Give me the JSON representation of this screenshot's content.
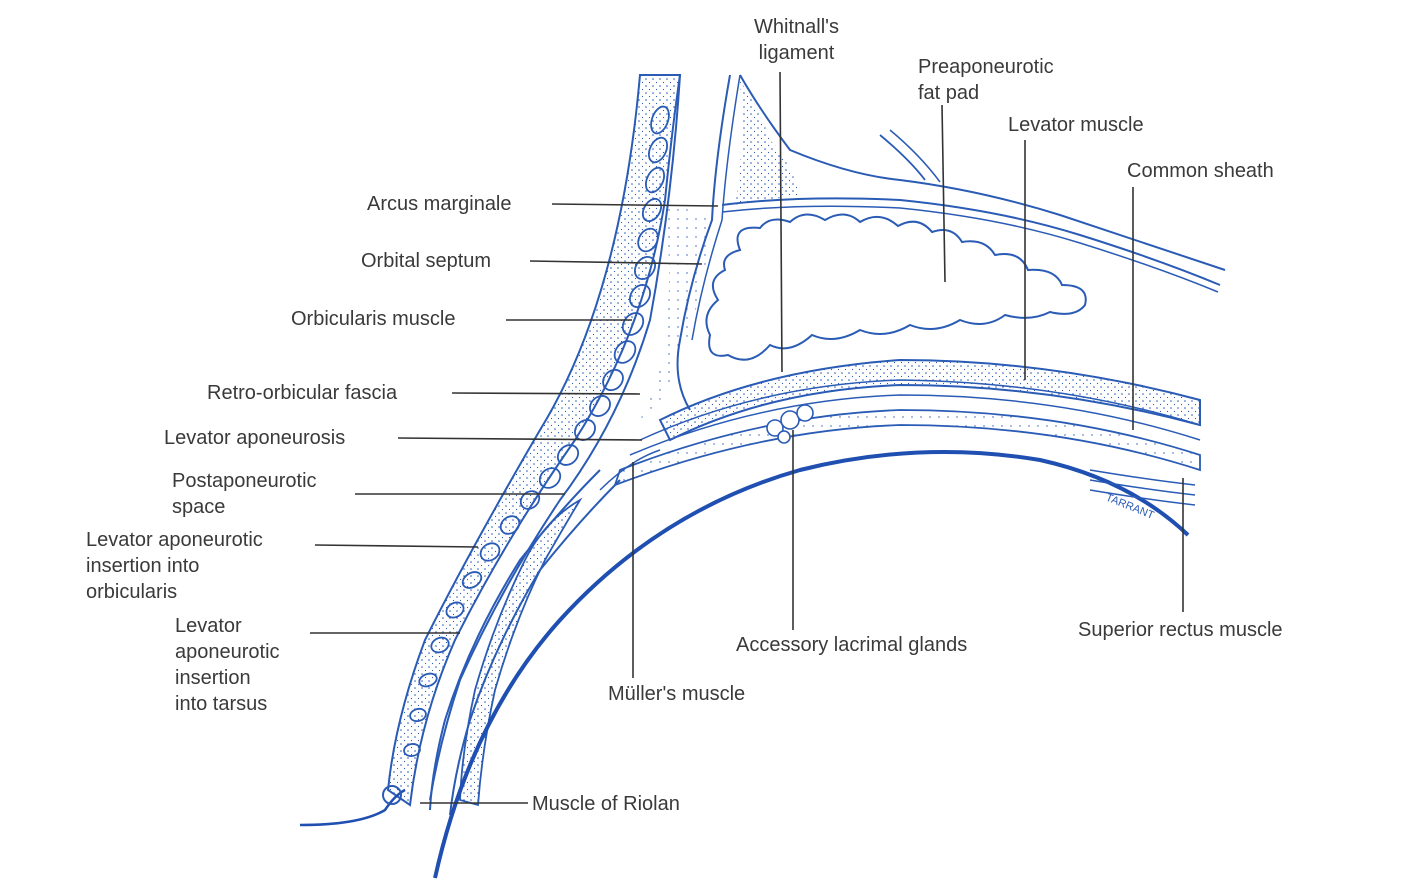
{
  "colors": {
    "ink": "#2a5bb5",
    "ink_dark": "#1f4fb0",
    "label": "#3a3a3a",
    "background": "#ffffff"
  },
  "labels": {
    "whitnall": [
      "Whitnall's",
      "ligament"
    ],
    "preaponeurotic": [
      "Preaponeurotic",
      "fat pad"
    ],
    "levator_muscle": "Levator muscle",
    "common_sheath": "Common sheath",
    "arcus_marginale": "Arcus marginale",
    "orbital_septum": "Orbital septum",
    "orbicularis_muscle": "Orbicularis muscle",
    "retro_orbicular_fascia": "Retro-orbicular fascia",
    "levator_aponeurosis": "Levator aponeurosis",
    "postaponeurotic_space": [
      "Postaponeurotic",
      "space"
    ],
    "insertion_orbicularis": [
      "Levator aponeurotic",
      "insertion into",
      "orbicularis"
    ],
    "insertion_tarsus": [
      "Levator",
      "aponeurotic",
      "insertion",
      "into tarsus"
    ],
    "muscle_of_riolan": "Muscle of Riolan",
    "muller_muscle": "Müller's muscle",
    "accessory_lacrimal": "Accessory lacrimal glands",
    "superior_rectus": "Superior rectus muscle",
    "signature": "TARRANT"
  }
}
